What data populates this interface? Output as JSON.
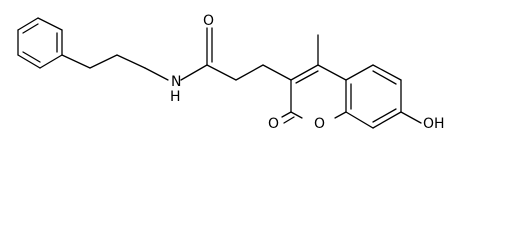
{
  "molecule": {
    "atom_labels": {
      "amide_nitrogen": "N",
      "amide_hydrogen": "H",
      "amide_oxygen": "O",
      "lactone_carbonyl_oxygen": "O",
      "ring_oxygen": "O",
      "hydroxyl": "OH"
    },
    "colors": {
      "bond": "#000000",
      "label": "#000000",
      "background": "#ffffff"
    }
  }
}
